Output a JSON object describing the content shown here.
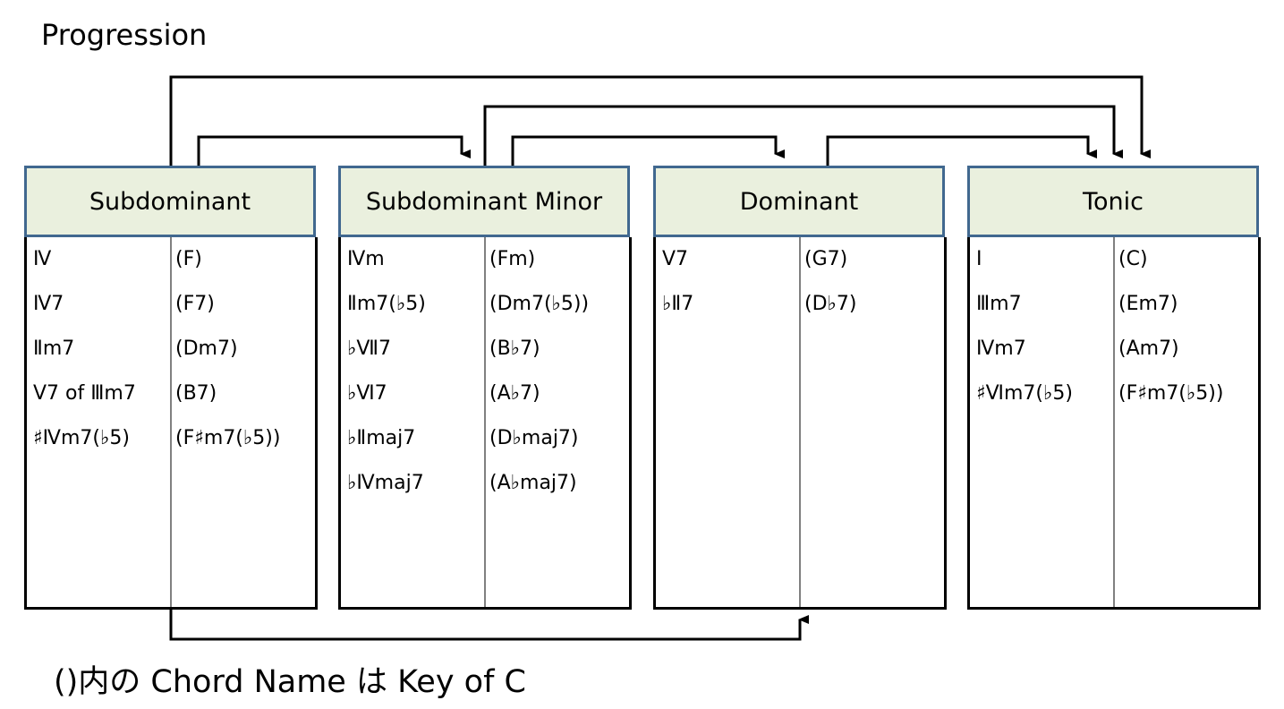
{
  "title": "Progression",
  "footnote": "()内の Chord Name は Key of C",
  "groups": [
    {
      "name": "Subdominant",
      "degrees": [
        "Ⅳ",
        "Ⅳ7",
        "Ⅱm7",
        "Ⅴ7 of Ⅲm7",
        "♯Ⅳm7(♭5)"
      ],
      "chords": [
        "(F)",
        "(F7)",
        "(Dm7)",
        "(B7)",
        "(F♯m7(♭5))"
      ]
    },
    {
      "name": "Subdominant Minor",
      "degrees": [
        "Ⅳm",
        "Ⅱm7(♭5)",
        "♭Ⅶ7",
        "♭Ⅵ7",
        "♭Ⅱmaj7",
        "♭Ⅳmaj7"
      ],
      "chords": [
        "(Fm)",
        "(Dm7(♭5))",
        "(B♭7)",
        "(A♭7)",
        "(D♭maj7)",
        "(A♭maj7)"
      ]
    },
    {
      "name": "Dominant",
      "degrees": [
        "Ⅴ7",
        "♭Ⅱ7"
      ],
      "chords": [
        "(G7)",
        "(D♭7)"
      ]
    },
    {
      "name": "Tonic",
      "degrees": [
        "Ⅰ",
        "Ⅲm7",
        "Ⅳm7",
        "♯Ⅵm7(♭5)"
      ],
      "chords": [
        "(C)",
        "(Em7)",
        "(Am7)",
        "(F♯m7(♭5))"
      ]
    }
  ]
}
